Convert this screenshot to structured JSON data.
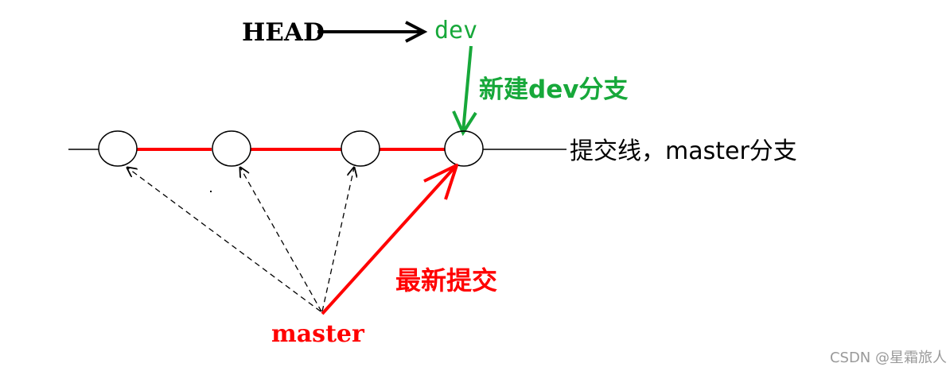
{
  "labels": {
    "head": "HEAD",
    "dev": "dev",
    "new_dev_branch": "新建dev分支",
    "commit_line": "提交线，master分支",
    "latest_commit": "最新提交",
    "master": "master",
    "watermark": "CSDN @星霜旅人"
  },
  "colors": {
    "black": "#000000",
    "red": "#ff0000",
    "green": "#17a83a",
    "watermark": "#9a9a9a"
  }
}
